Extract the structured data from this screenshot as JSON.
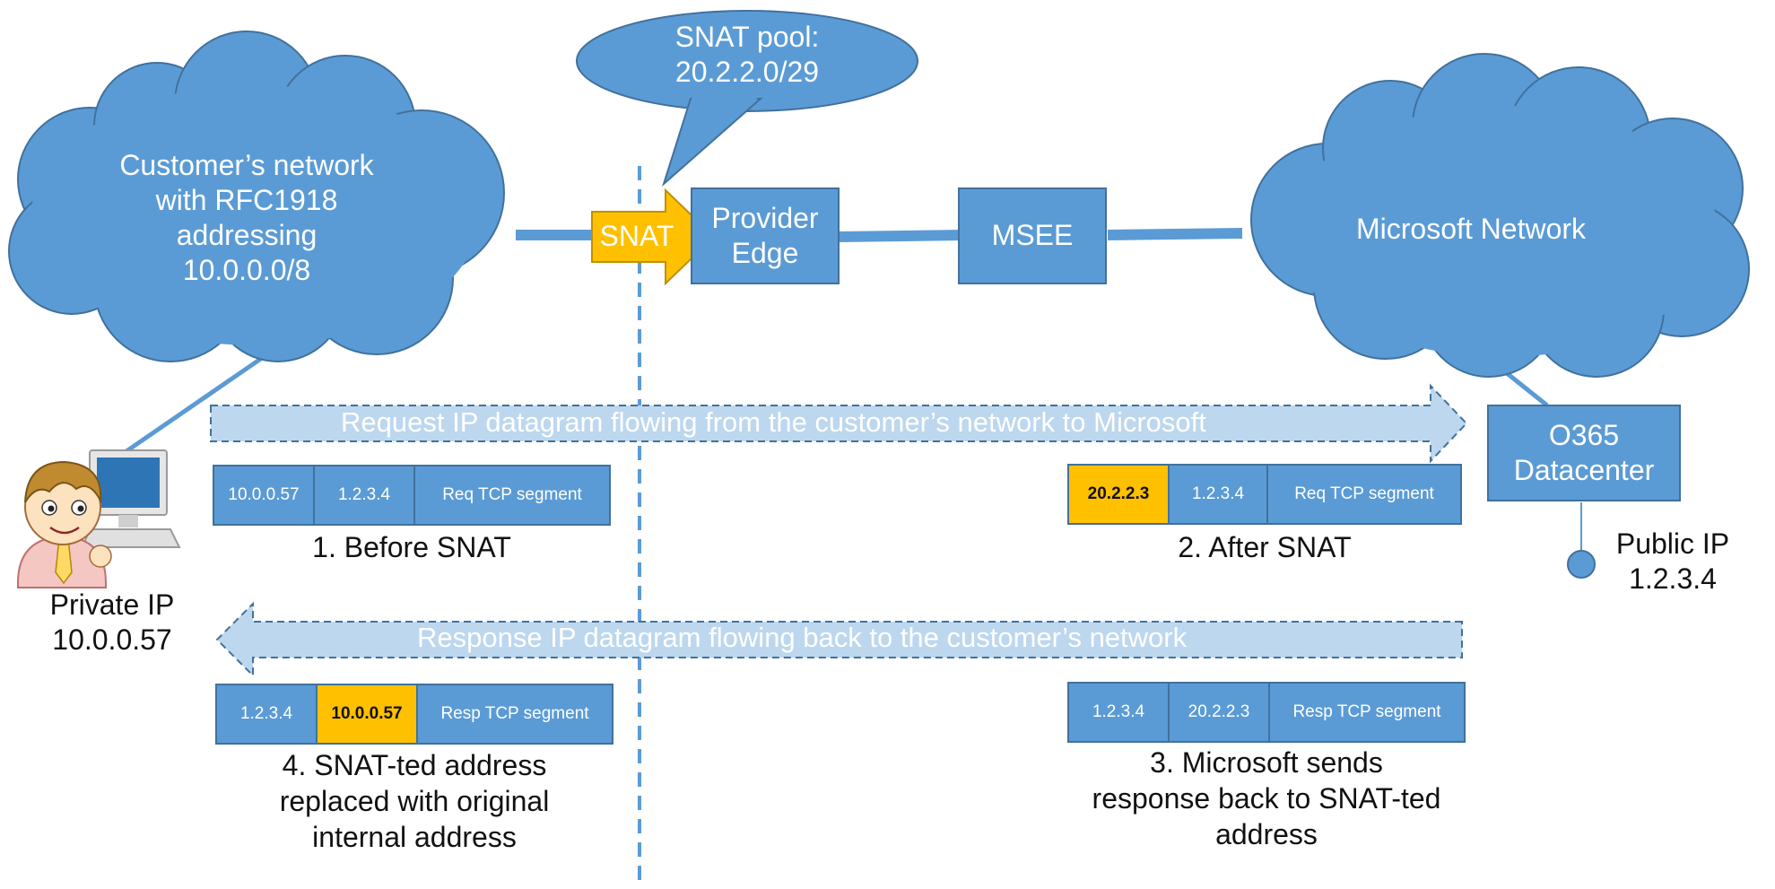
{
  "snat_pool": {
    "line1": "SNAT pool:",
    "line2": "20.2.2.0/29"
  },
  "customer_cloud": {
    "lines": [
      "Customer’s network",
      "with RFC1918",
      "addressing",
      "10.0.0.0/8"
    ]
  },
  "snat_arrow_label": "SNAT",
  "provider_edge": {
    "line1": "Provider",
    "line2": "Edge"
  },
  "msee_label": "MSEE",
  "microsoft_cloud": "Microsoft Network",
  "o365": {
    "line1": "O365",
    "line2": "Datacenter"
  },
  "public_ip": {
    "line1": "Public IP",
    "line2": "1.2.3.4"
  },
  "private_ip": {
    "line1": "Private IP",
    "line2": "10.0.0.57"
  },
  "request_arrow": "Request IP datagram flowing from the customer’s network to Microsoft",
  "response_arrow": "Response IP datagram flowing back to the customer’s network",
  "packets": {
    "before_snat": {
      "cells": [
        "10.0.0.57",
        "1.2.3.4",
        "Req TCP segment"
      ],
      "caption": "1. Before SNAT"
    },
    "after_snat": {
      "cells": [
        "20.2.2.3",
        "1.2.3.4",
        "Req TCP segment"
      ],
      "caption": "2. After SNAT"
    },
    "ms_response": {
      "cells": [
        "1.2.3.4",
        "20.2.2.3",
        "Resp TCP segment"
      ],
      "caption_lines": [
        "3. Microsoft sends",
        "response back to SNAT-ted",
        "address"
      ]
    },
    "restored": {
      "cells": [
        "1.2.3.4",
        "10.0.0.57",
        "Resp TCP segment"
      ],
      "caption_lines": [
        "4. SNAT-ted address",
        "replaced with original",
        "internal address"
      ]
    }
  },
  "colors": {
    "blue": "#5b9bd5",
    "blue_border": "#41719c",
    "highlight": "#ffc000",
    "arrow_fill": "#bdd7ee"
  }
}
